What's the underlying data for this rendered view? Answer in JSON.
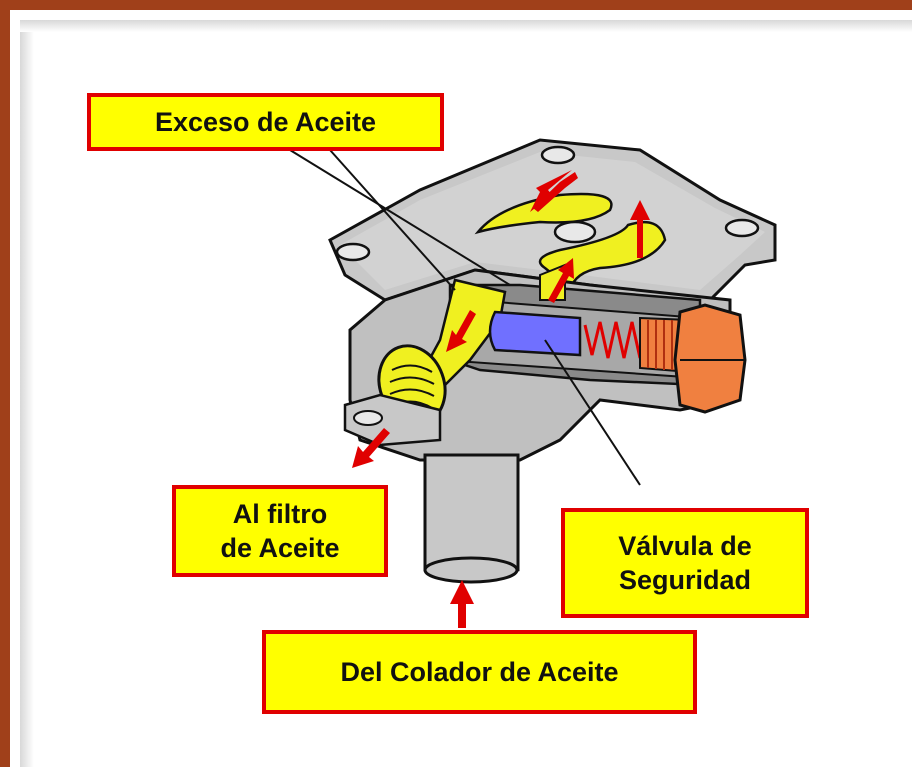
{
  "labels": {
    "exceso": "Exceso de Aceite",
    "filtro_line1": "Al filtro",
    "filtro_line2": "de Aceite",
    "valvula_line1": "Válvula de",
    "valvula_line2": "Seguridad",
    "colador": "Del Colador de Aceite"
  },
  "colors": {
    "frame": "#a0401a",
    "label_fill": "#ffff00",
    "label_border": "#e00000",
    "flow_arrow": "#e00000",
    "oil": "#f0f020",
    "valve": "#7070ff",
    "plug": "#f08040",
    "housing": "#c8c8c8"
  }
}
